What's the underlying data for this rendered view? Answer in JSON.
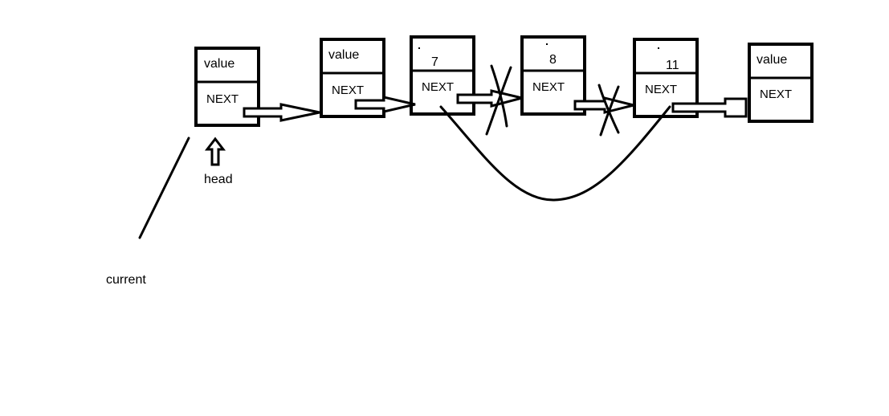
{
  "nodes": [
    {
      "value": "value",
      "next": "NEXT"
    },
    {
      "value": "value",
      "next": "NEXT"
    },
    {
      "value": "7",
      "next": "NEXT"
    },
    {
      "value": "8",
      "next": "NEXT"
    },
    {
      "value": "11",
      "next": "NEXT"
    },
    {
      "value": "value",
      "next": "NEXT"
    }
  ],
  "labels": {
    "head": "head",
    "current": "current"
  },
  "colors": {
    "ink": "#000000",
    "background": "#ffffff"
  }
}
